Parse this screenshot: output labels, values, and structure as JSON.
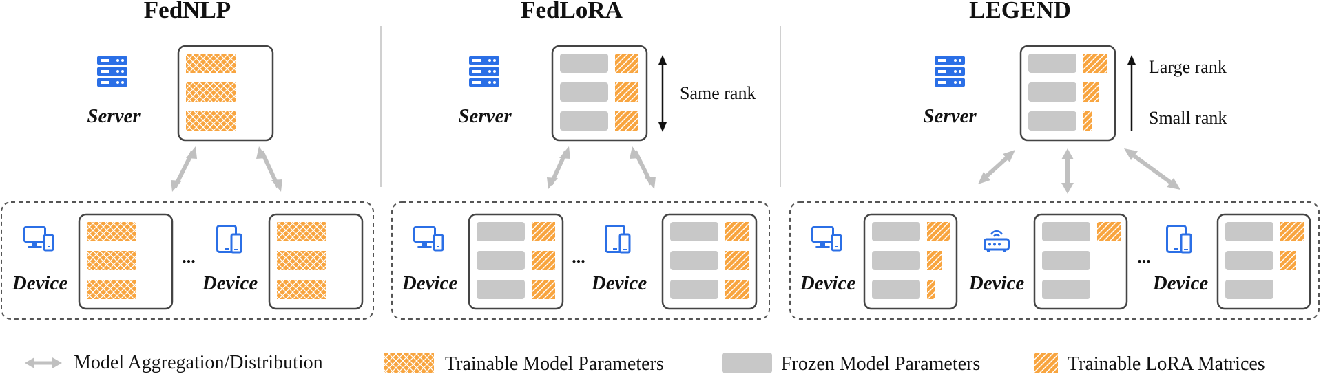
{
  "panels": [
    {
      "title": "FedNLP",
      "server_label": "Server",
      "device_label": "Device"
    },
    {
      "title": "FedLoRA",
      "server_label": "Server",
      "device_label": "Device",
      "rank_note": "Same rank"
    },
    {
      "title": "LEGEND",
      "server_label": "Server",
      "device_label": "Device",
      "rank_high": "Large rank",
      "rank_low": "Small rank"
    }
  ],
  "ellipsis": "...",
  "legend": {
    "aggregation": "Model Aggregation/Distribution",
    "trainable": "Trainable Model Parameters",
    "frozen": "Frozen Model Parameters",
    "lora": "Trainable LoRA Matrices"
  },
  "colors": {
    "orange": "#F8A540",
    "gray": "#C8C8C8",
    "blue": "#2B6FE6",
    "arrow_gray": "#C0C0C0",
    "border": "#444444"
  },
  "icons": {
    "server": "server-rack-icon",
    "device_desktop": "desktop-phone-icon",
    "device_tablet": "tablet-phone-icon",
    "device_router": "router-icon"
  }
}
